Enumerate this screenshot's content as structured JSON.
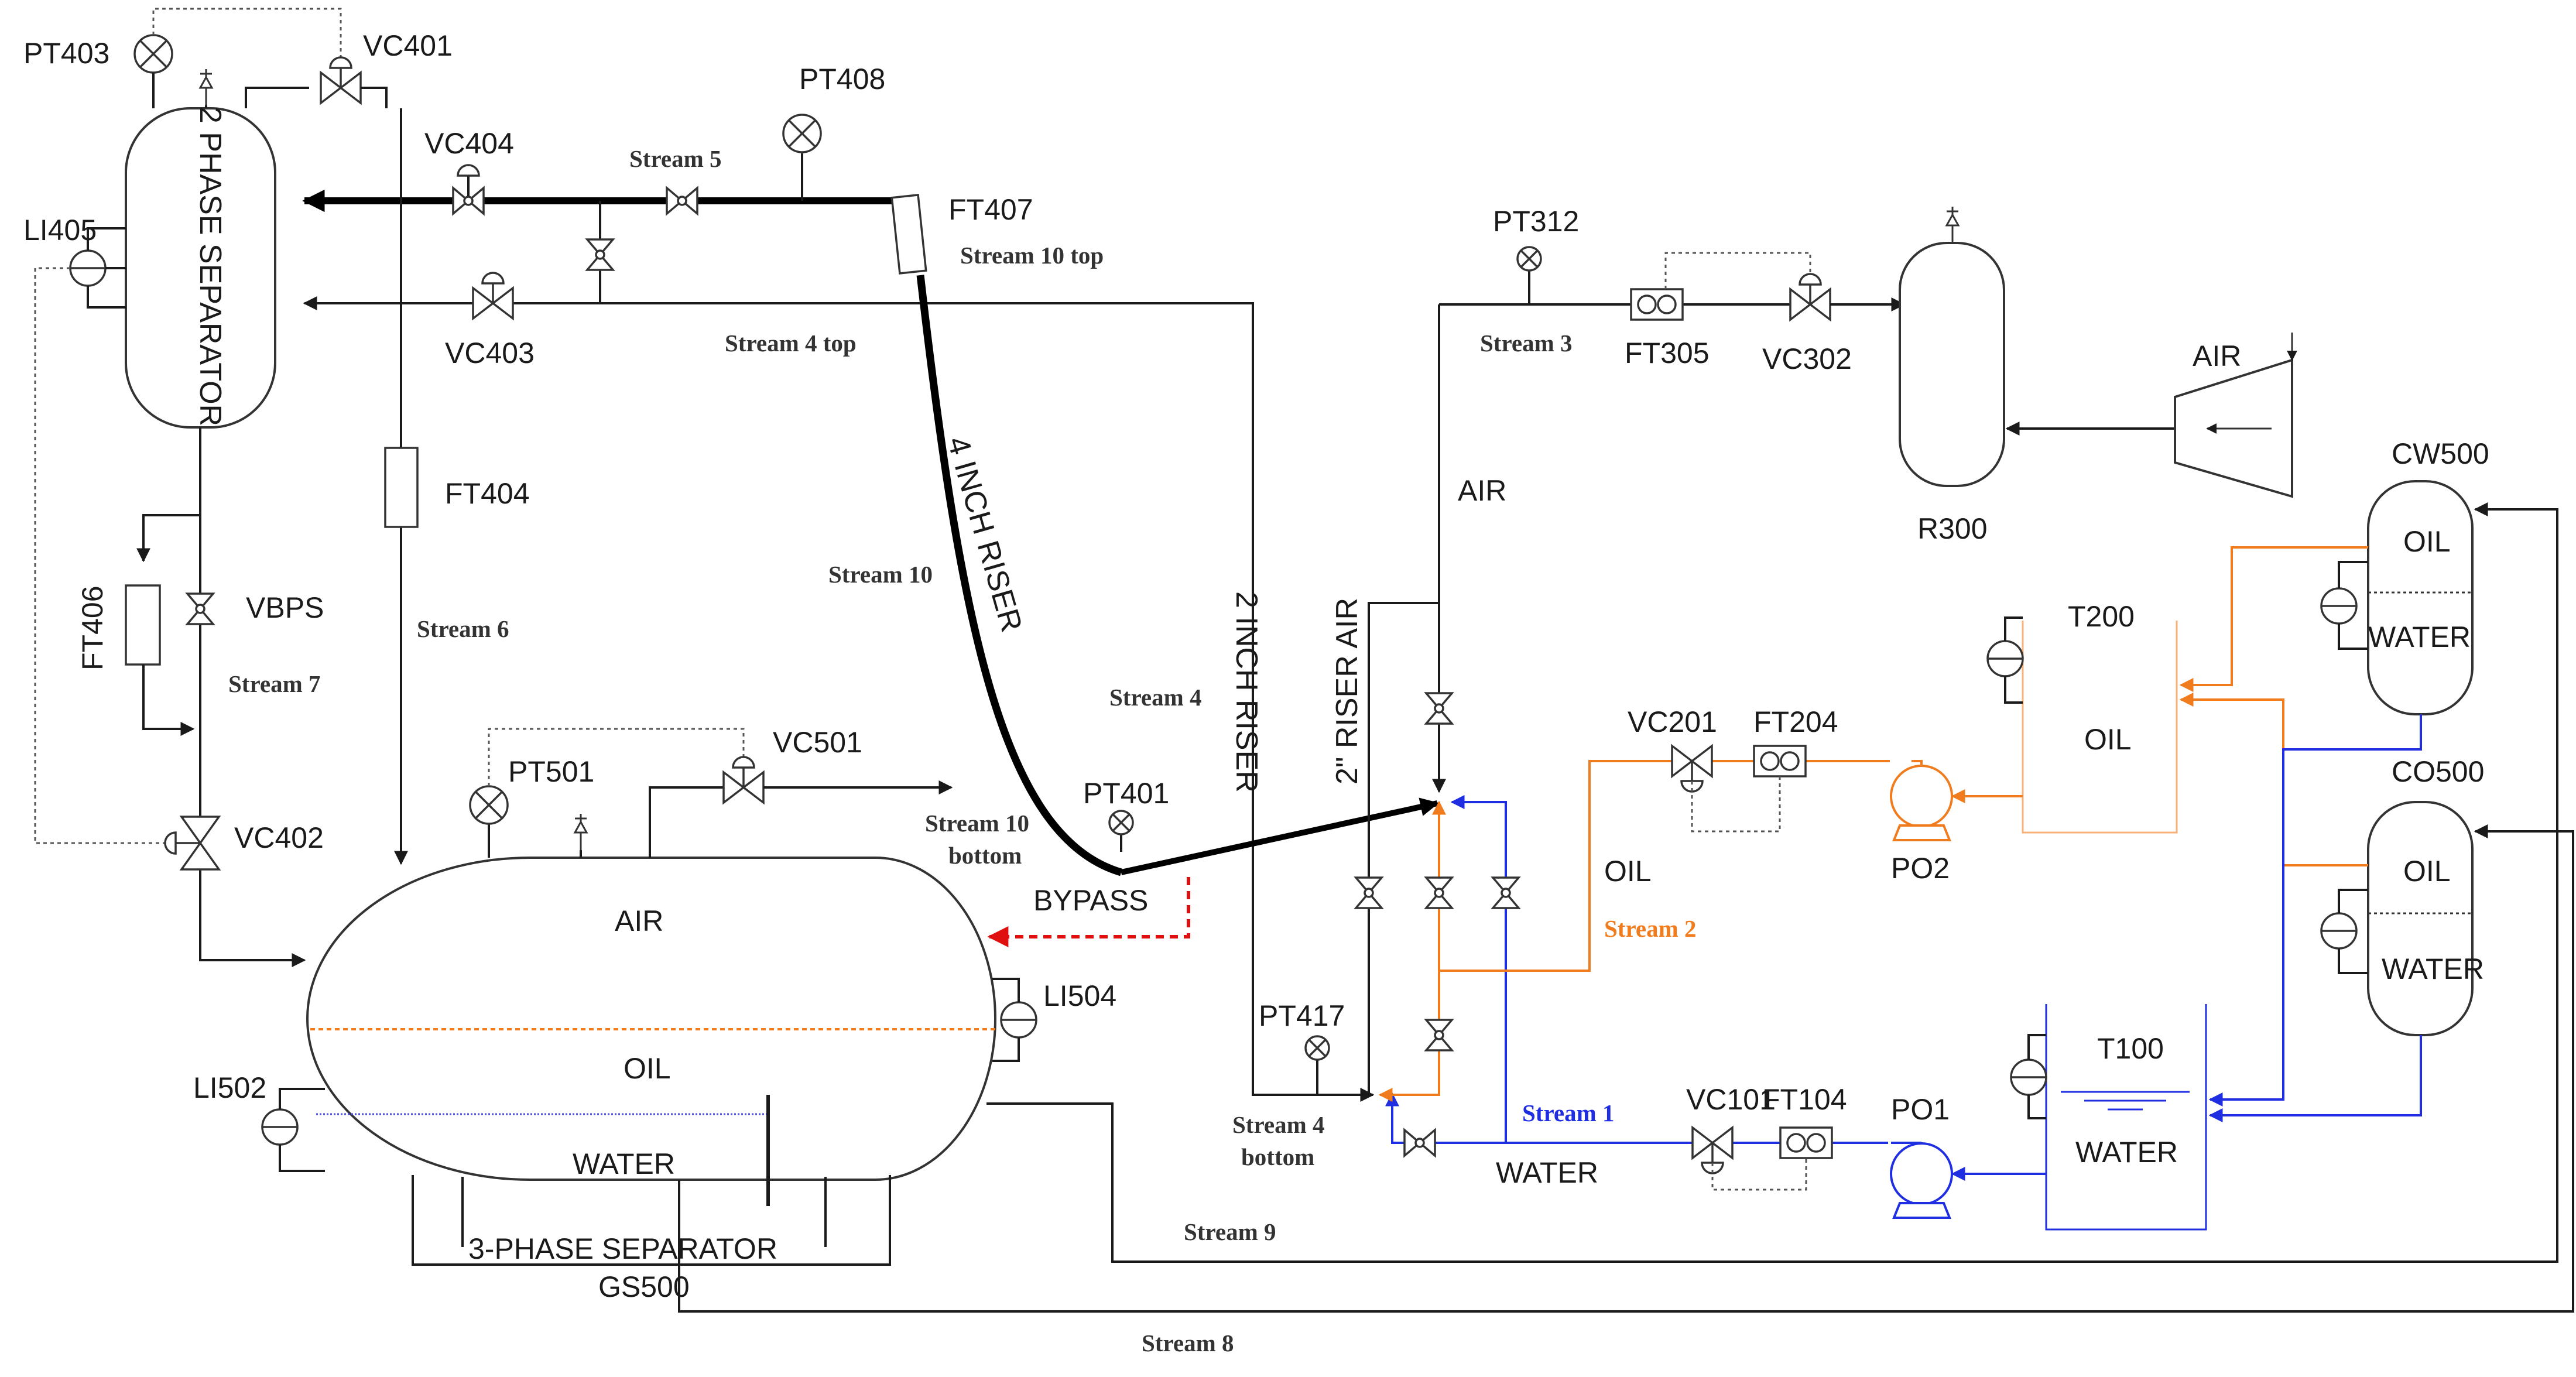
{
  "colors": {
    "oil": "#f07c1e",
    "water": "#1f2ee0",
    "bypass": "#e01010",
    "line": "#1a1a1a"
  },
  "icons": [
    "pressure-gauge-icon",
    "valve-icon",
    "control-valve-icon",
    "flow-meter-icon",
    "pump-icon",
    "level-indicator-icon",
    "relief-valve-icon",
    "compressor-icon",
    "flow-arrow-icon"
  ],
  "equipment": {
    "two_phase_separator": "2 PHASE SEPARATOR",
    "three_phase_separator": "3-PHASE SEPARATOR",
    "three_phase_tag": "GS500",
    "sep_air": "AIR",
    "sep_oil": "OIL",
    "sep_water": "WATER",
    "r300": "R300",
    "compressor_air": "AIR",
    "cw500": "CW500",
    "cw_oil": "OIL",
    "cw_water": "WATER",
    "co500": "CO500",
    "co_oil": "OIL",
    "co_water": "WATER",
    "t200": "T200",
    "t200_oil": "OIL",
    "t100": "T100",
    "t100_water": "WATER",
    "po1": "PO1",
    "po2": "PO2"
  },
  "instruments": {
    "pt403": "PT403",
    "vc401": "VC401",
    "pt408": "PT408",
    "vc404": "VC404",
    "ft407": "FT407",
    "li405": "LI405",
    "vc403": "VC403",
    "pt312": "PT312",
    "ft305": "FT305",
    "vc302": "VC302",
    "ft404": "FT404",
    "ft406": "FT406",
    "vbps": "VBPS",
    "pt501": "PT501",
    "vc501": "VC501",
    "vc402": "VC402",
    "pt401": "PT401",
    "li504": "LI504",
    "li502": "LI502",
    "pt417": "PT417",
    "vc201": "VC201",
    "ft204": "FT204",
    "vc101": "VC101",
    "ft104": "FT104"
  },
  "streams": {
    "s1": "Stream 1",
    "s2": "Stream 2",
    "s3": "Stream 3",
    "s4": "Stream 4",
    "s4top": "Stream 4 top",
    "s4bottom_1": "Stream 4",
    "s4bottom_2": "bottom",
    "s5": "Stream 5",
    "s6": "Stream 6",
    "s7": "Stream 7",
    "s8": "Stream 8",
    "s9": "Stream 9",
    "s10": "Stream 10",
    "s10top": "Stream 10 top",
    "s10bottom_1": "Stream 10",
    "s10bottom_2": "bottom"
  },
  "lines": {
    "riser4": "4 INCH RISER",
    "riser2": "2 INCH RISER",
    "riser_air": "2\" RISER AIR",
    "air": "AIR",
    "oil": "OIL",
    "water": "WATER",
    "bypass": "BYPASS"
  }
}
